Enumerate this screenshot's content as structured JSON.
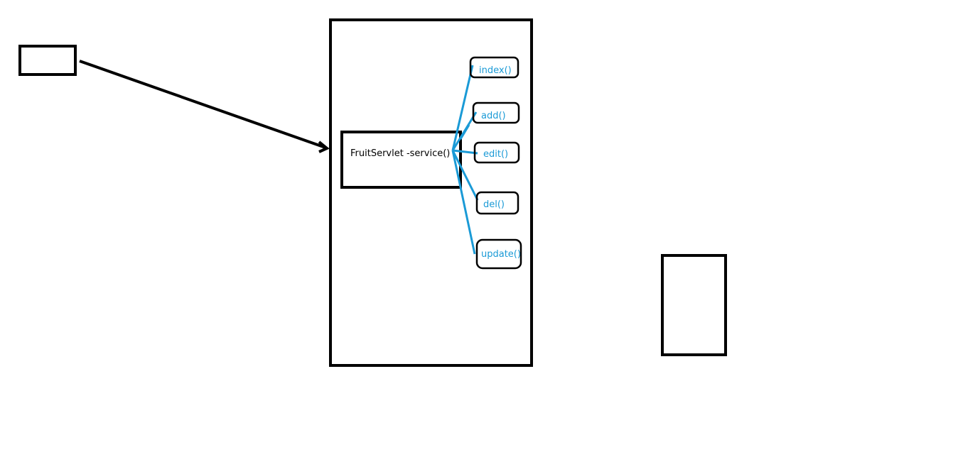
{
  "diagram": {
    "servlet_label": "FruitServlet  -service()",
    "methods": [
      "index()",
      "add()",
      "edit()",
      "del()",
      "update()"
    ],
    "colors": {
      "stroke": "#000000",
      "accent": "#1a9ad6",
      "background": "#ffffff"
    }
  }
}
